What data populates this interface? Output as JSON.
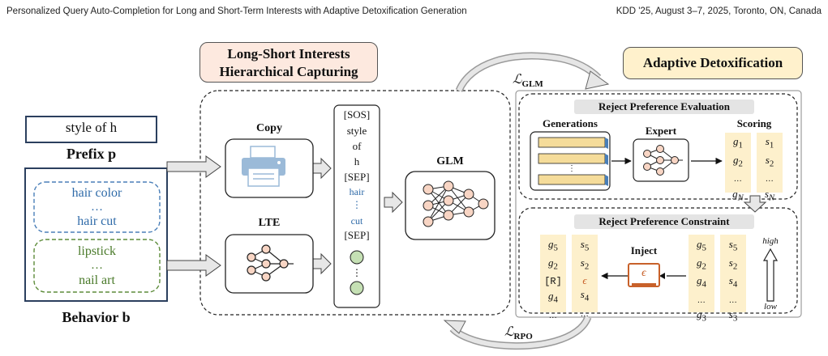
{
  "header": {
    "left": "Personalized Query Auto-Completion for Long and Short-Term Interests with Adaptive Detoxification Generation",
    "right": "KDD '25, August 3–7, 2025, Toronto, ON, Canada"
  },
  "inputs": {
    "prefix_text": "style of h",
    "prefix_label": "Prefix p",
    "behavior_label": "Behavior b",
    "long_group": [
      "hair color",
      "…",
      "hair cut"
    ],
    "short_group": [
      "lipstick",
      "…",
      "nail art"
    ]
  },
  "capture": {
    "title_line1": "Long-Short Interests",
    "title_line2": "Hierarchical Capturing",
    "copy_label": "Copy",
    "lte_label": "LTE",
    "glm_label": "GLM",
    "sequence": [
      "[SOS]",
      "style",
      "of",
      "h",
      "[SEP]",
      "hair",
      "⋮",
      "cut",
      "[SEP]"
    ],
    "loss_glm": "GLM",
    "loss_rpo": "RPO"
  },
  "detox": {
    "title": "Adaptive Detoxification",
    "eval_title": "Reject Preference Evaluation",
    "generations_label": "Generations",
    "expert_label": "Expert",
    "scoring_label": "Scoring",
    "constraint_title": "Reject Preference Constraint",
    "inject_label": "Inject",
    "high_label": "high",
    "low_label": "low",
    "epsilon": "ϵ"
  },
  "colors": {
    "title_left_bg": "#fde9df",
    "title_right_bg": "#fff1cc",
    "score_bg": "#fdf0cc",
    "long_blue": "#2e6aa8",
    "short_green": "#4a7a2a",
    "circle_green": "#c5e0b4",
    "inject_orange": "#c8612a",
    "node_fill": "#f8d5c4"
  }
}
